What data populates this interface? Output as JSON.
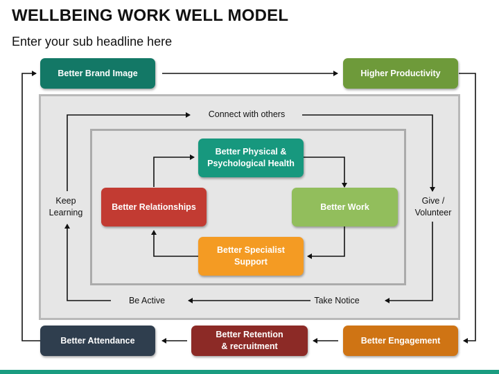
{
  "title": "WELLBEING WORK WELL MODEL",
  "subtitle": "Enter your sub headline here",
  "outer_boxes": {
    "brand_image": "Better Brand Image",
    "productivity": "Higher Productivity",
    "engagement": "Better Engagement",
    "retention": "Better Retention\n& recruitment",
    "attendance": "Better Attendance"
  },
  "middle_labels": {
    "connect": "Connect with others",
    "give": "Give /\nVolunteer",
    "notice": "Take Notice",
    "active": "Be Active",
    "learning": "Keep\nLearning"
  },
  "inner_boxes": {
    "health": "Better Physical &\nPsychological Health",
    "work": "Better Work",
    "support": "Better Specialist\nSupport",
    "relationships": "Better Relationships"
  },
  "colors": {
    "teal": "#137866",
    "olive": "#6e9a3a",
    "orange_dark": "#cf7414",
    "maroon": "#8c2a26",
    "navy": "#2f3e4e",
    "green_teal": "#17987e",
    "light_green": "#92be5c",
    "orange": "#f49b23",
    "red": "#c23b32"
  }
}
